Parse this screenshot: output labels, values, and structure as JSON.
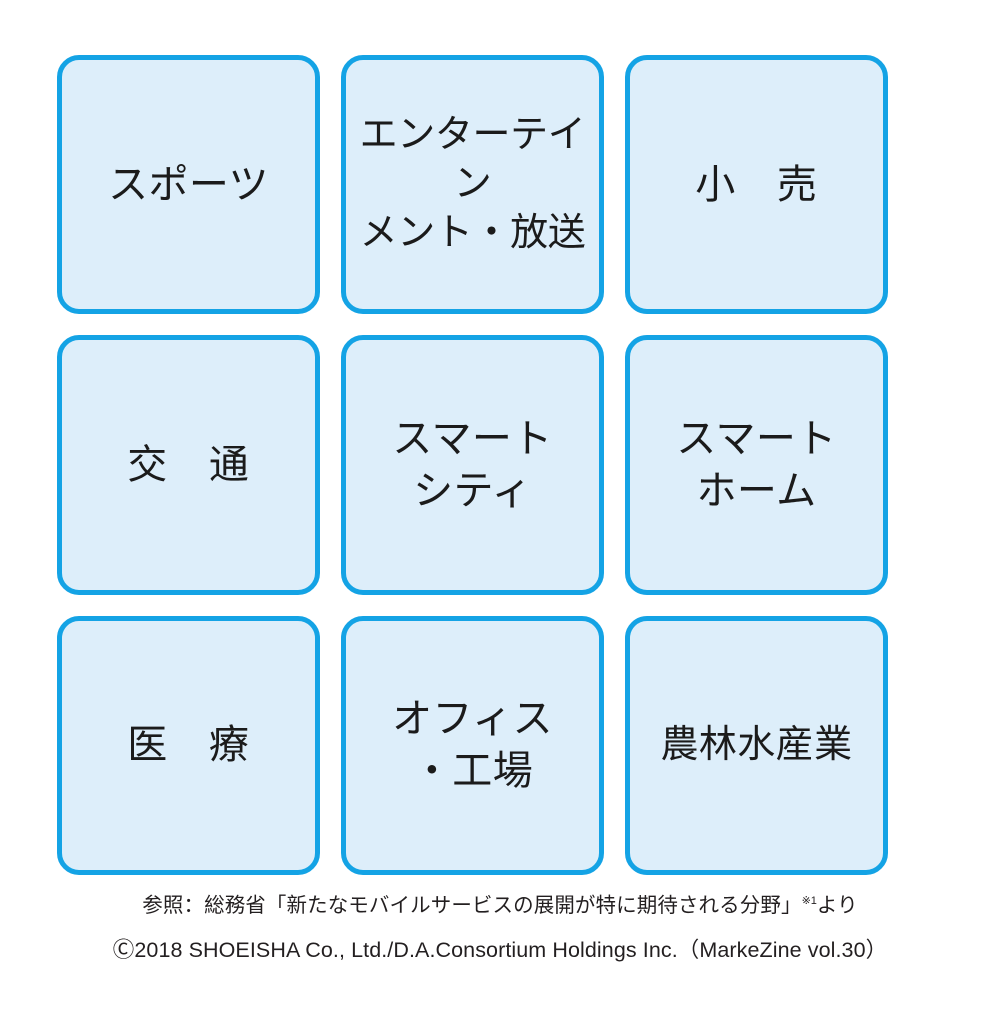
{
  "figure": {
    "title": "5G expected service fields",
    "accent_color": "#14a3e5",
    "cell_fill_color": "#ddeefa",
    "text_color": "#1b1b1b",
    "grid": {
      "columns": 3,
      "rows": 3,
      "cells": [
        {
          "id": "sports",
          "label": "スポーツ"
        },
        {
          "id": "entertainment",
          "label": "エンターテイン\nメント・放送"
        },
        {
          "id": "retail",
          "label": "小　売"
        },
        {
          "id": "transport",
          "label": "交　通"
        },
        {
          "id": "smart-city",
          "label": "スマート\nシティ"
        },
        {
          "id": "smart-home",
          "label": "スマート\nホーム"
        },
        {
          "id": "medical",
          "label": "医　療"
        },
        {
          "id": "office-factory",
          "label": "オフィス\n・工場"
        },
        {
          "id": "agriculture",
          "label": "農林水産業"
        }
      ]
    }
  },
  "captions": {
    "source_prefix": "参照：総務省「新たなモバイルサービスの展開が特に期待される分野」",
    "source_ref_mark": "※1",
    "source_suffix": "より",
    "copyright": "Ⓒ2018 SHOEISHA Co., Ltd./D.A.Consortium Holdings Inc.（MarkeZine vol.30）"
  }
}
